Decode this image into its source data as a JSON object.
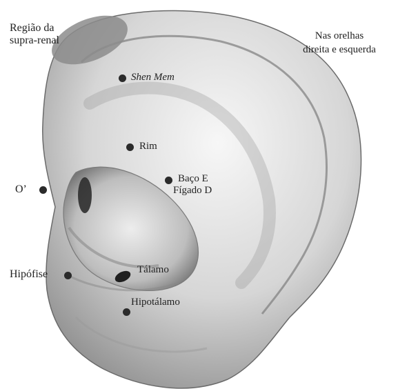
{
  "caption": {
    "line1": "Nas orelhas",
    "line2": "direita e esquerda"
  },
  "points": {
    "suprarrenal": {
      "line1": "Região da",
      "line2": "supra-renal"
    },
    "shen_mem": "Shen Mem",
    "rim": "Rim",
    "baco": {
      "line1": "Baço E",
      "line2": "Fígado D"
    },
    "o_prime": "O’",
    "hipofise": "Hipófise",
    "talamo": "Tálamo",
    "hipotalamo": "Hipotálamo"
  },
  "colors": {
    "ear_light": "#f2f2f2",
    "ear_shadow": "#6e6e6e",
    "region_fill": "#8c8c8c",
    "point": "#2b2b2b"
  }
}
